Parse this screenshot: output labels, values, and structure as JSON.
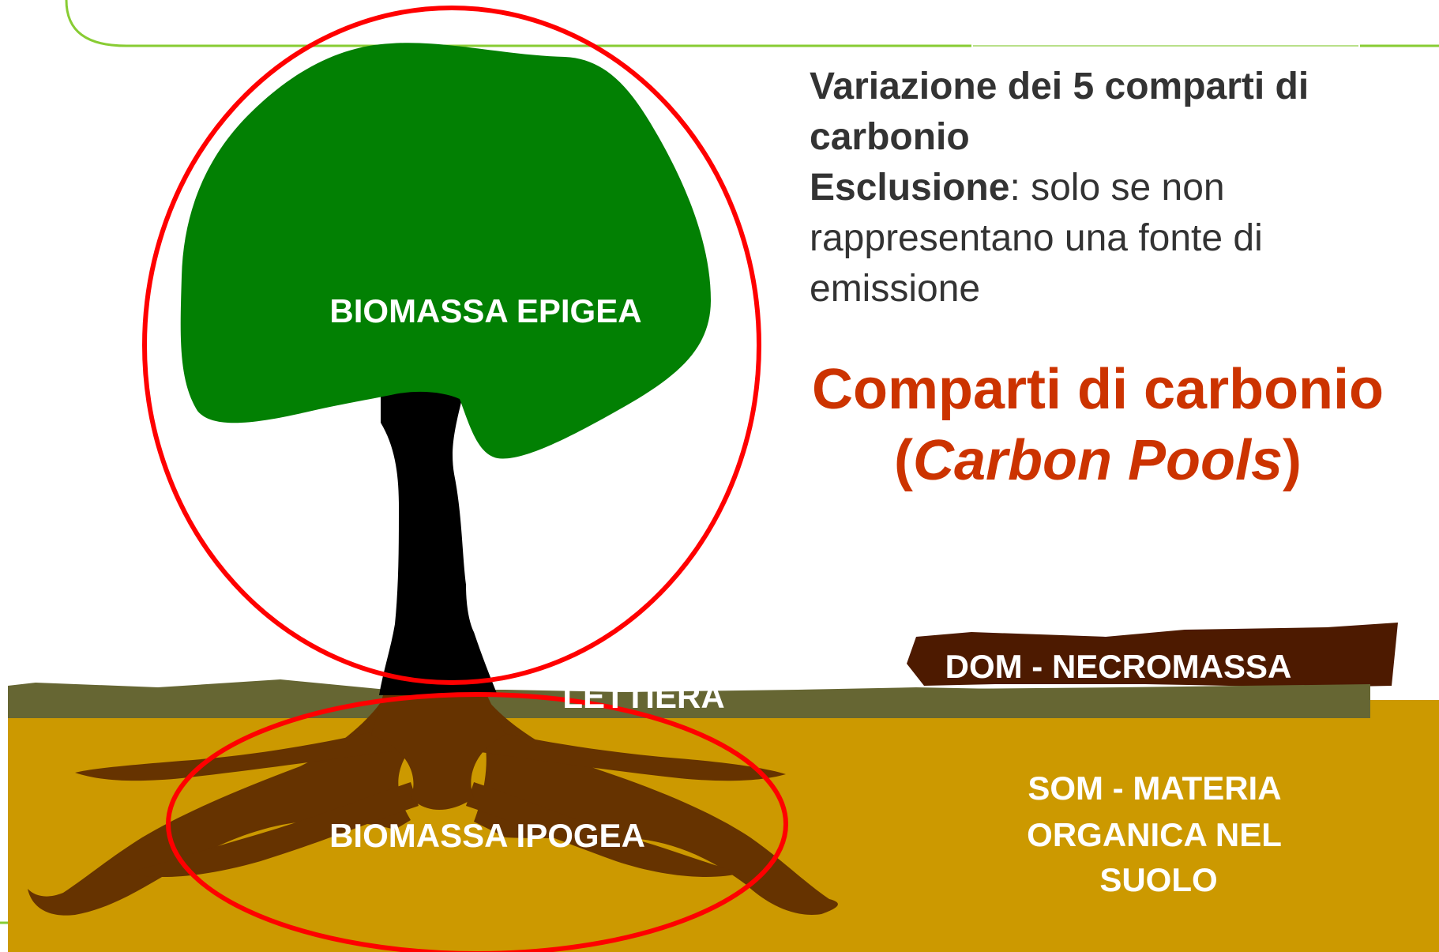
{
  "diagram": {
    "labels": {
      "above_ground": "BIOMASSA EPIGEA",
      "below_ground": "BIOMASSA IPOGEA",
      "litter": "LETTIERA",
      "dead_wood": "DOM - NECROMASSA",
      "soil_line1": "SOM - MATERIA",
      "soil_line2": "ORGANICA NEL",
      "soil_line3": "SUOLO"
    },
    "colors": {
      "canopy": "#028003",
      "trunk": "#663300",
      "litter_layer": "#666633",
      "soil": "#cc9900",
      "dead_wood": "#4d1a00",
      "highlight_ring": "#ff0000",
      "frame_line": "#88cc33"
    }
  },
  "info": {
    "line1_bold": "Variazione dei 5 comparti di carbonio",
    "exclusion_bold": "Esclusione",
    "exclusion_text": ": solo se non rappresentano una fonte di emissione"
  },
  "title": {
    "main": "Comparti di carbonio",
    "sub_open": "(",
    "sub_italic": "Carbon Pools",
    "sub_close": ")",
    "color": "#cc3300"
  }
}
